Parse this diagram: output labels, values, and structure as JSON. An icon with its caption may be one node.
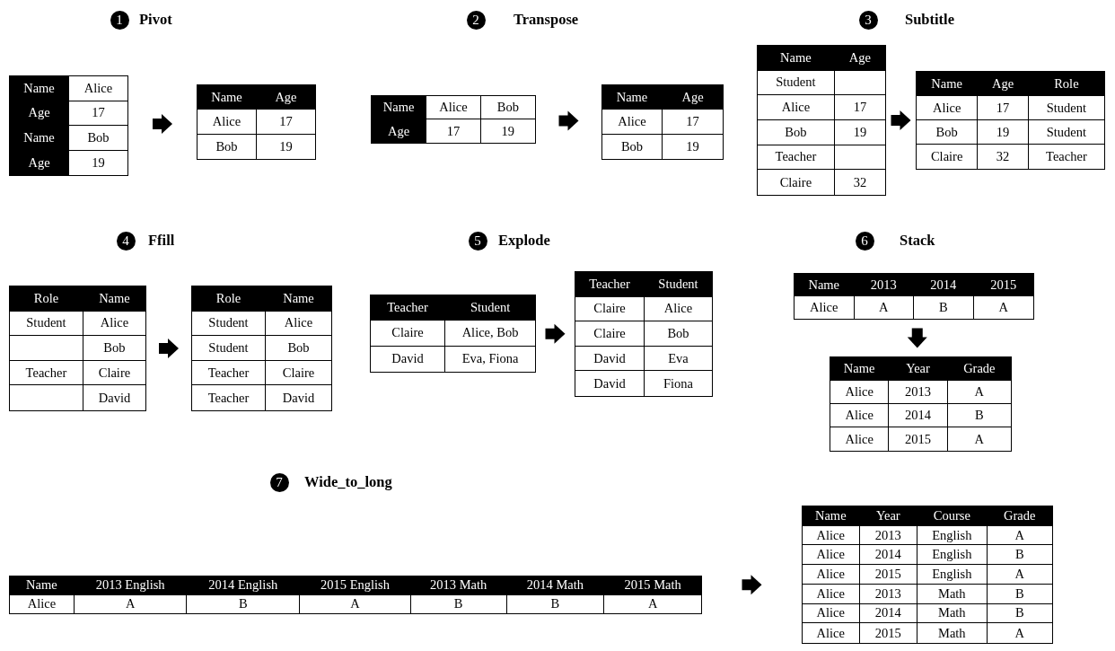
{
  "diagram": {
    "nodes": [
      {
        "text": [
          "1"
        ],
        "beside": [
          "Pivot"
        ]
      },
      {
        "text": [
          "Name",
          "Alice",
          "Age",
          "17",
          "Name",
          "Bob",
          "Age",
          "19"
        ]
      },
      {
        "text": [
          "Name",
          "Age",
          "Alice",
          "17",
          "Bob",
          "19"
        ]
      },
      {
        "text": [
          "2"
        ],
        "beside": [
          "Transpose"
        ]
      },
      {
        "text": [
          "Name",
          "Alice",
          "Bob",
          "Age",
          "17",
          "19"
        ]
      },
      {
        "text": [
          "Name",
          "Age",
          "Alice",
          "17",
          "Bob",
          "19"
        ]
      },
      {
        "text": [
          "3"
        ],
        "beside": [
          "Subtitle"
        ]
      },
      {
        "text": [
          "Name",
          "Age",
          "Student",
          "Alice",
          "17",
          "Bob",
          "19",
          "Teacher",
          "Claire",
          "32"
        ]
      },
      {
        "text": [
          "Name",
          "Age",
          "Role",
          "Alice",
          "17",
          "Student",
          "Bob",
          "19",
          "Student",
          "Claire",
          "32",
          "Teacher"
        ]
      },
      {
        "text": [
          "4"
        ],
        "beside": [
          "Ffill"
        ]
      },
      {
        "text": [
          "Role",
          "Name",
          "Student",
          "Alice",
          "Bob",
          "Teacher",
          "Claire",
          "David"
        ]
      },
      {
        "text": [
          "Role",
          "Name",
          "Student",
          "Alice",
          "Student",
          "Bob",
          "Teacher",
          "Claire",
          "Teacher",
          "David"
        ]
      },
      {
        "text": [
          "5"
        ],
        "beside": [
          "Explode"
        ]
      },
      {
        "text": [
          "Teacher",
          "Student",
          "Claire",
          "Alice, Bob",
          "David",
          "Eva, Fiona"
        ]
      },
      {
        "text": [
          "Teacher",
          "Student",
          "Claire",
          "Alice",
          "Claire",
          "Bob",
          "David",
          "Eva",
          "David",
          "Fiona"
        ]
      },
      {
        "text": [
          "6"
        ],
        "beside": [
          "Stack"
        ]
      },
      {
        "text": [
          "Name",
          "2013",
          "2014",
          "2015",
          "Alice",
          "A",
          "B",
          "A"
        ]
      },
      {
        "text": [
          "Name",
          "Year",
          "Grade",
          "Alice",
          "2013",
          "A",
          "Alice",
          "2014",
          "B",
          "Alice",
          "2015",
          "A"
        ]
      },
      {
        "text": [
          "7"
        ],
        "beside": [
          "Wide_to_long"
        ]
      },
      {
        "text": [
          "Name",
          "2013 English",
          "2014 English",
          "2015 English",
          "2013 Math",
          "2014 Math",
          "2015 Math",
          "Alice",
          "A",
          "B",
          "A",
          "B",
          "B",
          "A"
        ]
      },
      {
        "text": [
          "Name",
          "Year",
          "Course",
          "Grade",
          "Alice",
          "2013",
          "English",
          "A",
          "Alice",
          "2014",
          "English",
          "B",
          "Alice",
          "2015",
          "English",
          "A",
          "Alice",
          "2013",
          "Math",
          "B",
          "Alice",
          "2014",
          "Math",
          "B",
          "Alice",
          "2015",
          "Math",
          "A"
        ]
      }
    ],
    "edges": [
      {
        "from": 1,
        "to": 2,
        "arrow": "to"
      },
      {
        "from": 4,
        "to": 5,
        "arrow": "to"
      },
      {
        "from": 7,
        "to": 8,
        "arrow": "to"
      },
      {
        "from": 10,
        "to": 11,
        "arrow": "to"
      },
      {
        "from": 13,
        "to": 14,
        "arrow": "to"
      },
      {
        "from": 16,
        "to": 17,
        "arrow": "to"
      },
      {
        "from": 19,
        "to": 20,
        "arrow": "to"
      }
    ]
  }
}
